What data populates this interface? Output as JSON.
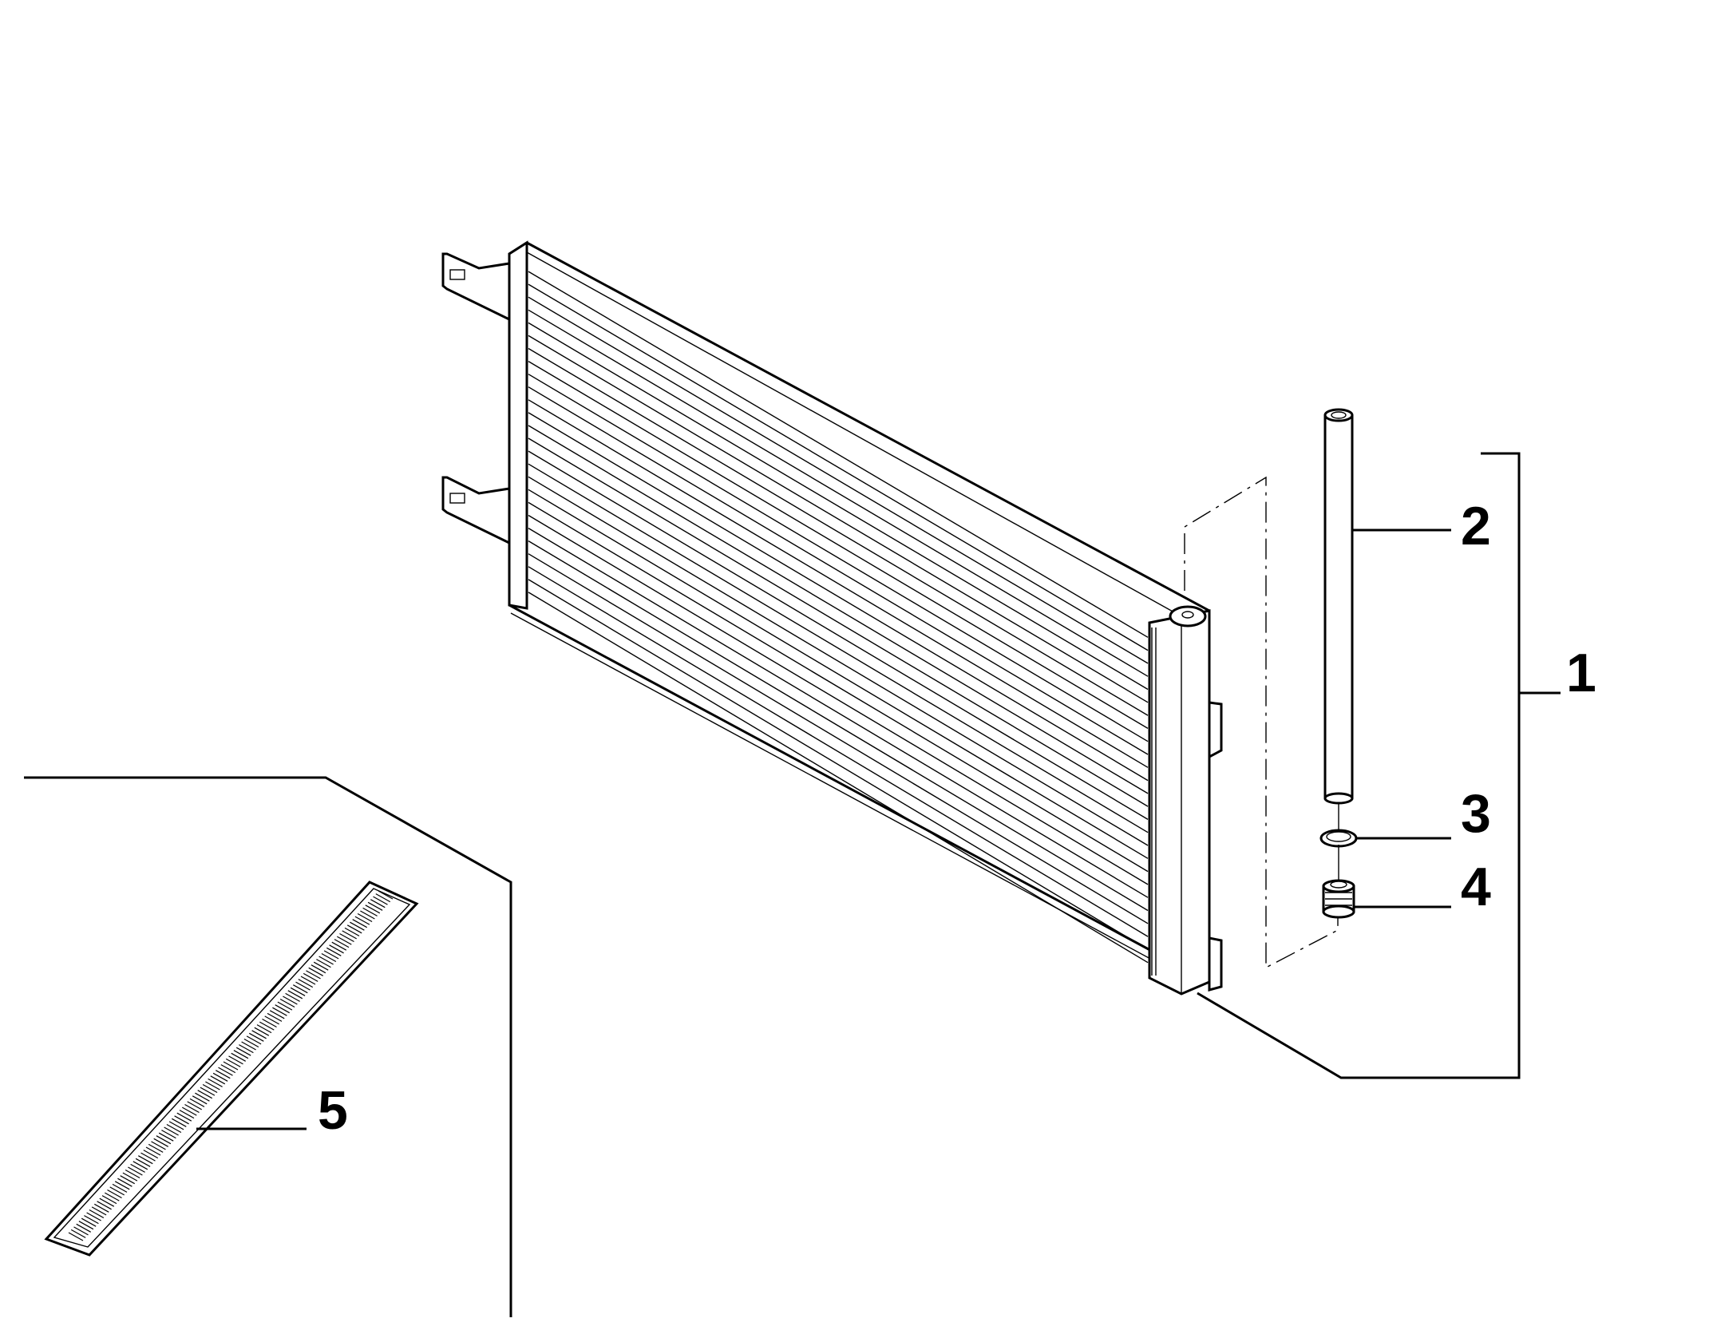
{
  "diagram": {
    "line_color": "#000000",
    "background": "#ffffff",
    "callouts": [
      {
        "id": "1",
        "label": "1"
      },
      {
        "id": "2",
        "label": "2"
      },
      {
        "id": "3",
        "label": "3"
      },
      {
        "id": "4",
        "label": "4"
      },
      {
        "id": "5",
        "label": "5"
      }
    ]
  }
}
